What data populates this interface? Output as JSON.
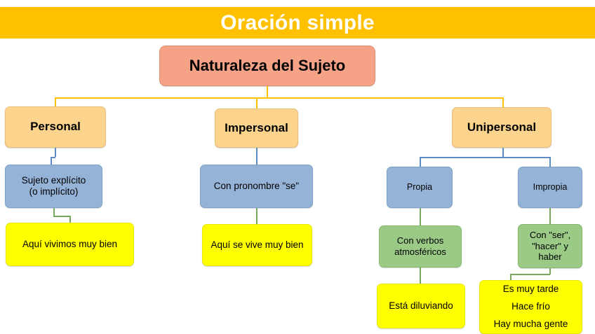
{
  "banner": {
    "title": "Oración simple"
  },
  "colors": {
    "banner_bg": "#FFC000",
    "root_fill": "#F5A286",
    "level1_fill": "#FCD48E",
    "blue_fill": "#95B3D7",
    "green_fill": "#9BCA86",
    "yellow_fill": "#FFFF00",
    "connector_orange": "#FFC000",
    "connector_blue": "#5C8CC4",
    "connector_green": "#76A85F"
  },
  "diagram": {
    "root": {
      "label": "Naturaleza del Sujeto"
    },
    "branches": [
      {
        "id": "personal",
        "label": "Personal",
        "detail_line1": "Sujeto explícito",
        "detail_line2": "(o implícito)",
        "example": "Aquí vivimos muy bien"
      },
      {
        "id": "impersonal",
        "label": "Impersonal",
        "detail": "Con pronombre \"se\"",
        "example": "Aquí se vive muy bien"
      },
      {
        "id": "unipersonal",
        "label": "Unipersonal",
        "children": [
          {
            "id": "propia",
            "label": "Propia",
            "detail_line1": "Con verbos",
            "detail_line2": "atmosféricos",
            "example": "Está diluviando"
          },
          {
            "id": "impropia",
            "label": "Impropia",
            "detail_line1": "Con \"ser\",",
            "detail_line2": "\"hacer\" y",
            "detail_line3": "haber",
            "example_line1": "Es muy tarde",
            "example_line2": "Hace frío",
            "example_line3": "Hay mucha gente"
          }
        ]
      }
    ]
  }
}
